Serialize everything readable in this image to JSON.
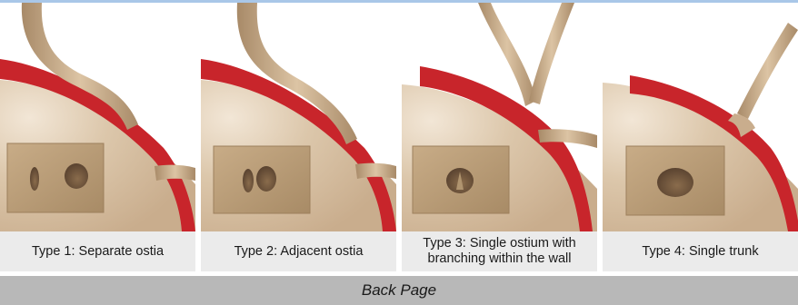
{
  "panels": [
    {
      "label": "Type 1: Separate ostia"
    },
    {
      "label": "Type 2: Adjacent ostia"
    },
    {
      "label": "Type 3: Single ostium with branching within the wall"
    },
    {
      "label": "Type 4: Single trunk"
    }
  ],
  "footer": {
    "label": "Back Page"
  },
  "colors": {
    "artery_red": "#c8252b",
    "vessel_tan": "#c9ad8d",
    "aorta_wall": "#d8c2a6",
    "caption_bg": "#ebebeb",
    "footer_bg": "#b8b8b8",
    "top_border": "#a9c7e8"
  }
}
